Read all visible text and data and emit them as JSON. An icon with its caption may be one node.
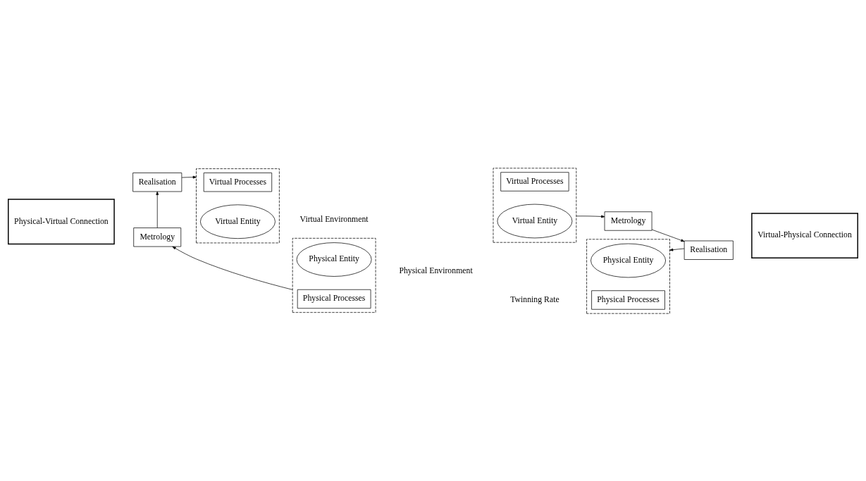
{
  "diagram": {
    "nodes": [
      {
        "text": [],
        "shape": "box"
      },
      {
        "text": [
          "Virtual Processes"
        ],
        "in": 0
      },
      {
        "text": [
          "Virtual Entity"
        ],
        "in": 0
      },
      {
        "text": [],
        "shape": "box"
      },
      {
        "text": [
          "Virtual Processes"
        ],
        "in": 3
      },
      {
        "text": [
          "Virtual Entity"
        ],
        "in": 3
      },
      {
        "text": [
          "Realisation"
        ]
      },
      {
        "text": [
          "Metrology"
        ]
      },
      {
        "text": [
          "Metrology"
        ]
      },
      {
        "text": [
          "Realisation"
        ]
      },
      {
        "text": [],
        "shape": "box"
      },
      {
        "text": [
          "Physical Entity"
        ],
        "in": 10
      },
      {
        "text": [
          "Physical Processes"
        ],
        "in": 10
      },
      {
        "text": [],
        "shape": "box"
      },
      {
        "text": [
          "Physical Entity"
        ],
        "in": 13
      },
      {
        "text": [
          "Physical Processes"
        ],
        "in": 13
      },
      {
        "text": [
          "Physical-Virtual Connection"
        ]
      },
      {
        "text": [
          "Virtual-Physical Connection"
        ]
      }
    ],
    "edges": [
      {
        "from": 10,
        "to": 8,
        "arrow": "to"
      },
      {
        "from": 8,
        "to": 6,
        "arrow": "to"
      },
      {
        "from": 6,
        "to": 0,
        "arrow": "to"
      },
      {
        "from": 3,
        "to": 7,
        "arrow": "to"
      },
      {
        "from": 7,
        "to": 9,
        "arrow": "to"
      },
      {
        "from": 9,
        "to": 13,
        "arrow": "to"
      }
    ],
    "labels": [
      "Virtual Environment",
      "Physical Environment",
      "Twinning Rate"
    ]
  }
}
